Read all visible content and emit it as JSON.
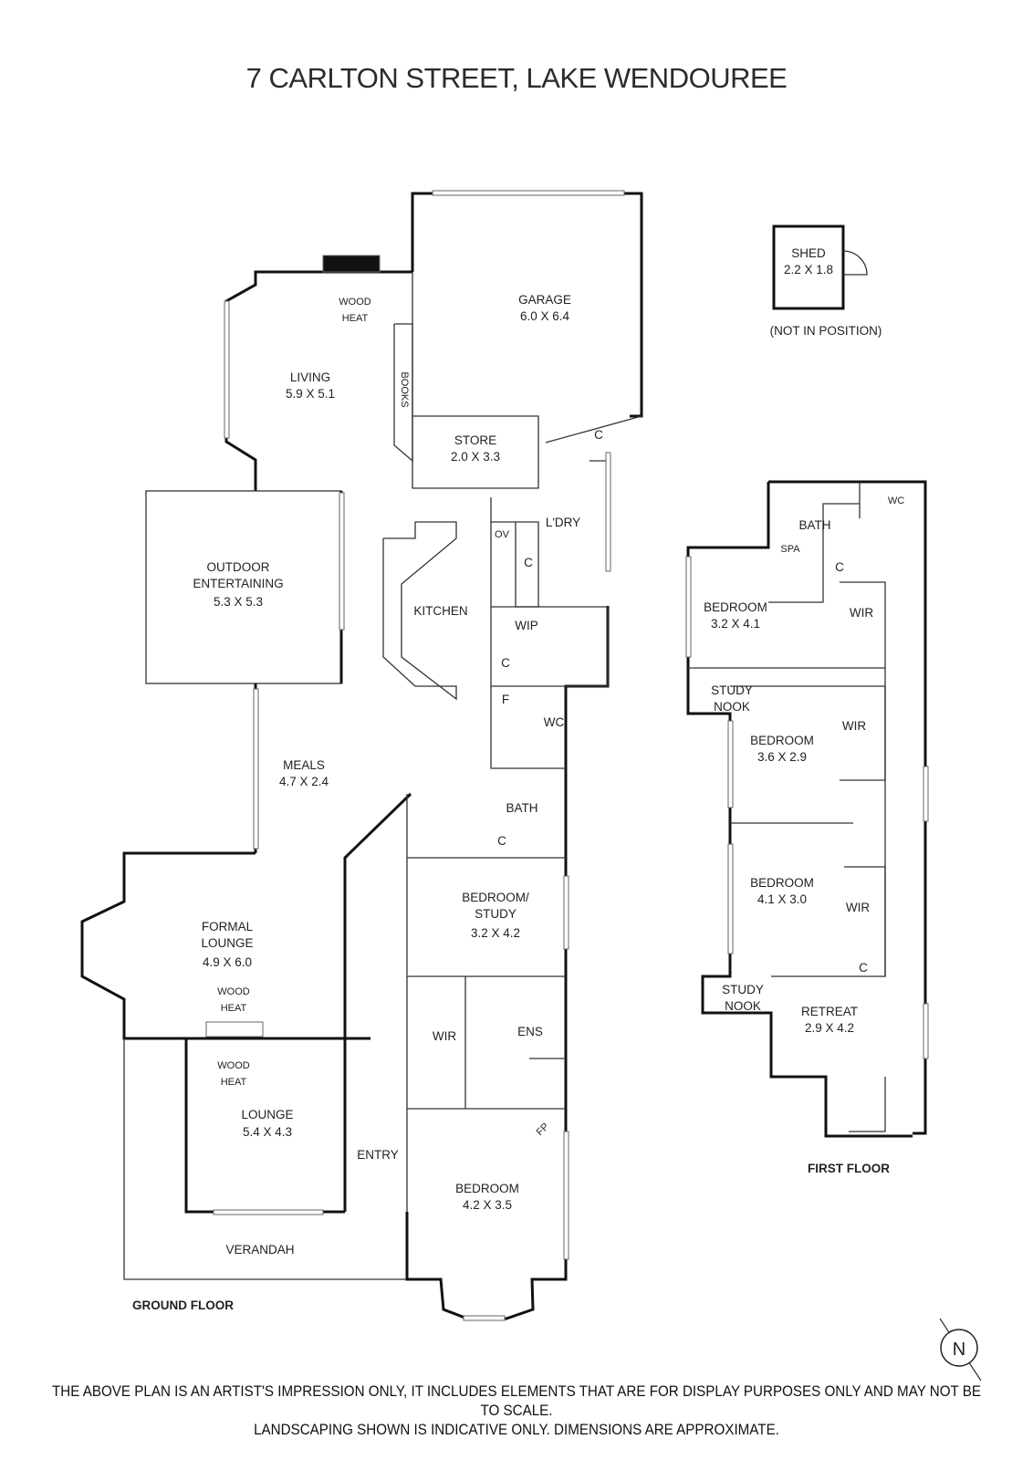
{
  "title": "7 CARLTON STREET, LAKE WENDOUREE",
  "ground_floor": {
    "label": "GROUND FLOOR",
    "living": {
      "name": "LIVING",
      "dims": "5.9 X 5.1"
    },
    "wood_heat_1": [
      "WOOD",
      "HEAT"
    ],
    "books": "BOOKS",
    "garage": {
      "name": "GARAGE",
      "dims": "6.0 X 6.4"
    },
    "store": {
      "name": "STORE",
      "dims": "2.0 X 3.3"
    },
    "laundry": "L'DRY",
    "oven": "OV",
    "kitchen": "KITCHEN",
    "wip": "WIP",
    "cupboard": "C",
    "fridge": "F",
    "wc": "WC",
    "bath": "BATH",
    "outdoor": {
      "name1": "OUTDOOR",
      "name2": "ENTERTAINING",
      "dims": "5.3 X 5.3"
    },
    "meals": {
      "name": "MEALS",
      "dims": "4.7 X 2.4"
    },
    "formal_lounge": {
      "name1": "FORMAL",
      "name2": "LOUNGE",
      "dims": "4.9 X 6.0"
    },
    "wood_heat_2": [
      "WOOD",
      "HEAT"
    ],
    "wood_heat_3": [
      "WOOD",
      "HEAT"
    ],
    "lounge": {
      "name": "LOUNGE",
      "dims": "5.4 X 4.3"
    },
    "entry": "ENTRY",
    "verandah": "VERANDAH",
    "bedroom_study": {
      "name1": "BEDROOM/",
      "name2": "STUDY",
      "dims": "3.2 X 4.2"
    },
    "wir": "WIR",
    "ens": "ENS",
    "fp": "FP",
    "bedroom": {
      "name": "BEDROOM",
      "dims": "4.2 X 3.5"
    }
  },
  "shed": {
    "name": "SHED",
    "dims": "2.2 X 1.8",
    "note": "(NOT IN POSITION)"
  },
  "first_floor": {
    "label": "FIRST FLOOR",
    "bath": "BATH",
    "spa": "SPA",
    "wc": "WC",
    "cupboard": "C",
    "bedroom1": {
      "name": "BEDROOM",
      "dims": "3.2 X 4.1"
    },
    "wir": "WIR",
    "study_nook": [
      "STUDY",
      "NOOK"
    ],
    "bedroom2": {
      "name": "BEDROOM",
      "dims": "3.6 X 2.9"
    },
    "bedroom3": {
      "name": "BEDROOM",
      "dims": "4.1 X 3.0"
    },
    "retreat": {
      "name": "RETREAT",
      "dims": "2.9 X 4.2"
    }
  },
  "compass": "N",
  "disclaimer": [
    "THE ABOVE PLAN IS AN ARTIST'S IMPRESSION ONLY, IT INCLUDES ELEMENTS THAT ARE FOR DISPLAY PURPOSES ONLY AND MAY NOT BE TO SCALE.",
    "LANDSCAPING SHOWN IS INDICATIVE ONLY. DIMENSIONS ARE APPROXIMATE."
  ]
}
